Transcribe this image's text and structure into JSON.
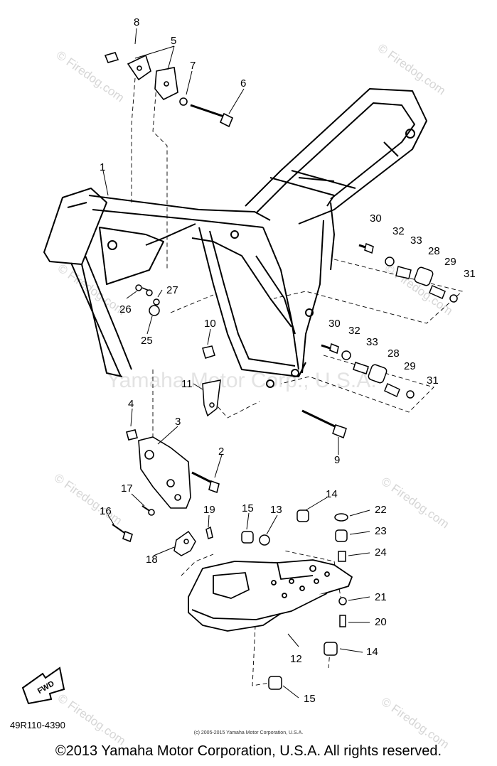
{
  "callouts": {
    "c1": "1",
    "c2": "2",
    "c3": "3",
    "c4": "4",
    "c5": "5",
    "c6": "6",
    "c7": "7",
    "c8": "8",
    "c9": "9",
    "c10": "10",
    "c11": "11",
    "c12": "12",
    "c13": "13",
    "c14a": "14",
    "c14b": "14",
    "c15a": "15",
    "c15b": "15",
    "c16": "16",
    "c17": "17",
    "c18": "18",
    "c19": "19",
    "c20": "20",
    "c21": "21",
    "c22": "22",
    "c23": "23",
    "c24": "24",
    "c25": "25",
    "c26": "26",
    "c27": "27",
    "c28a": "28",
    "c28b": "28",
    "c29a": "29",
    "c29b": "29",
    "c30a": "30",
    "c30b": "30",
    "c31a": "31",
    "c31b": "31",
    "c32a": "32",
    "c32b": "32",
    "c33a": "33",
    "c33b": "33"
  },
  "fwd_label": "FWD",
  "watermark": "© Firedog.com",
  "watermark_center": "Yamaha Motor Corp., U.S.A.",
  "part_code": "49R110-4390",
  "inner_copyright": "(c) 2005-2015 Yamaha Motor Corporation, U.S.A.",
  "copyright": "©2013 Yamaha Motor Corporation, U.S.A. All rights reserved."
}
